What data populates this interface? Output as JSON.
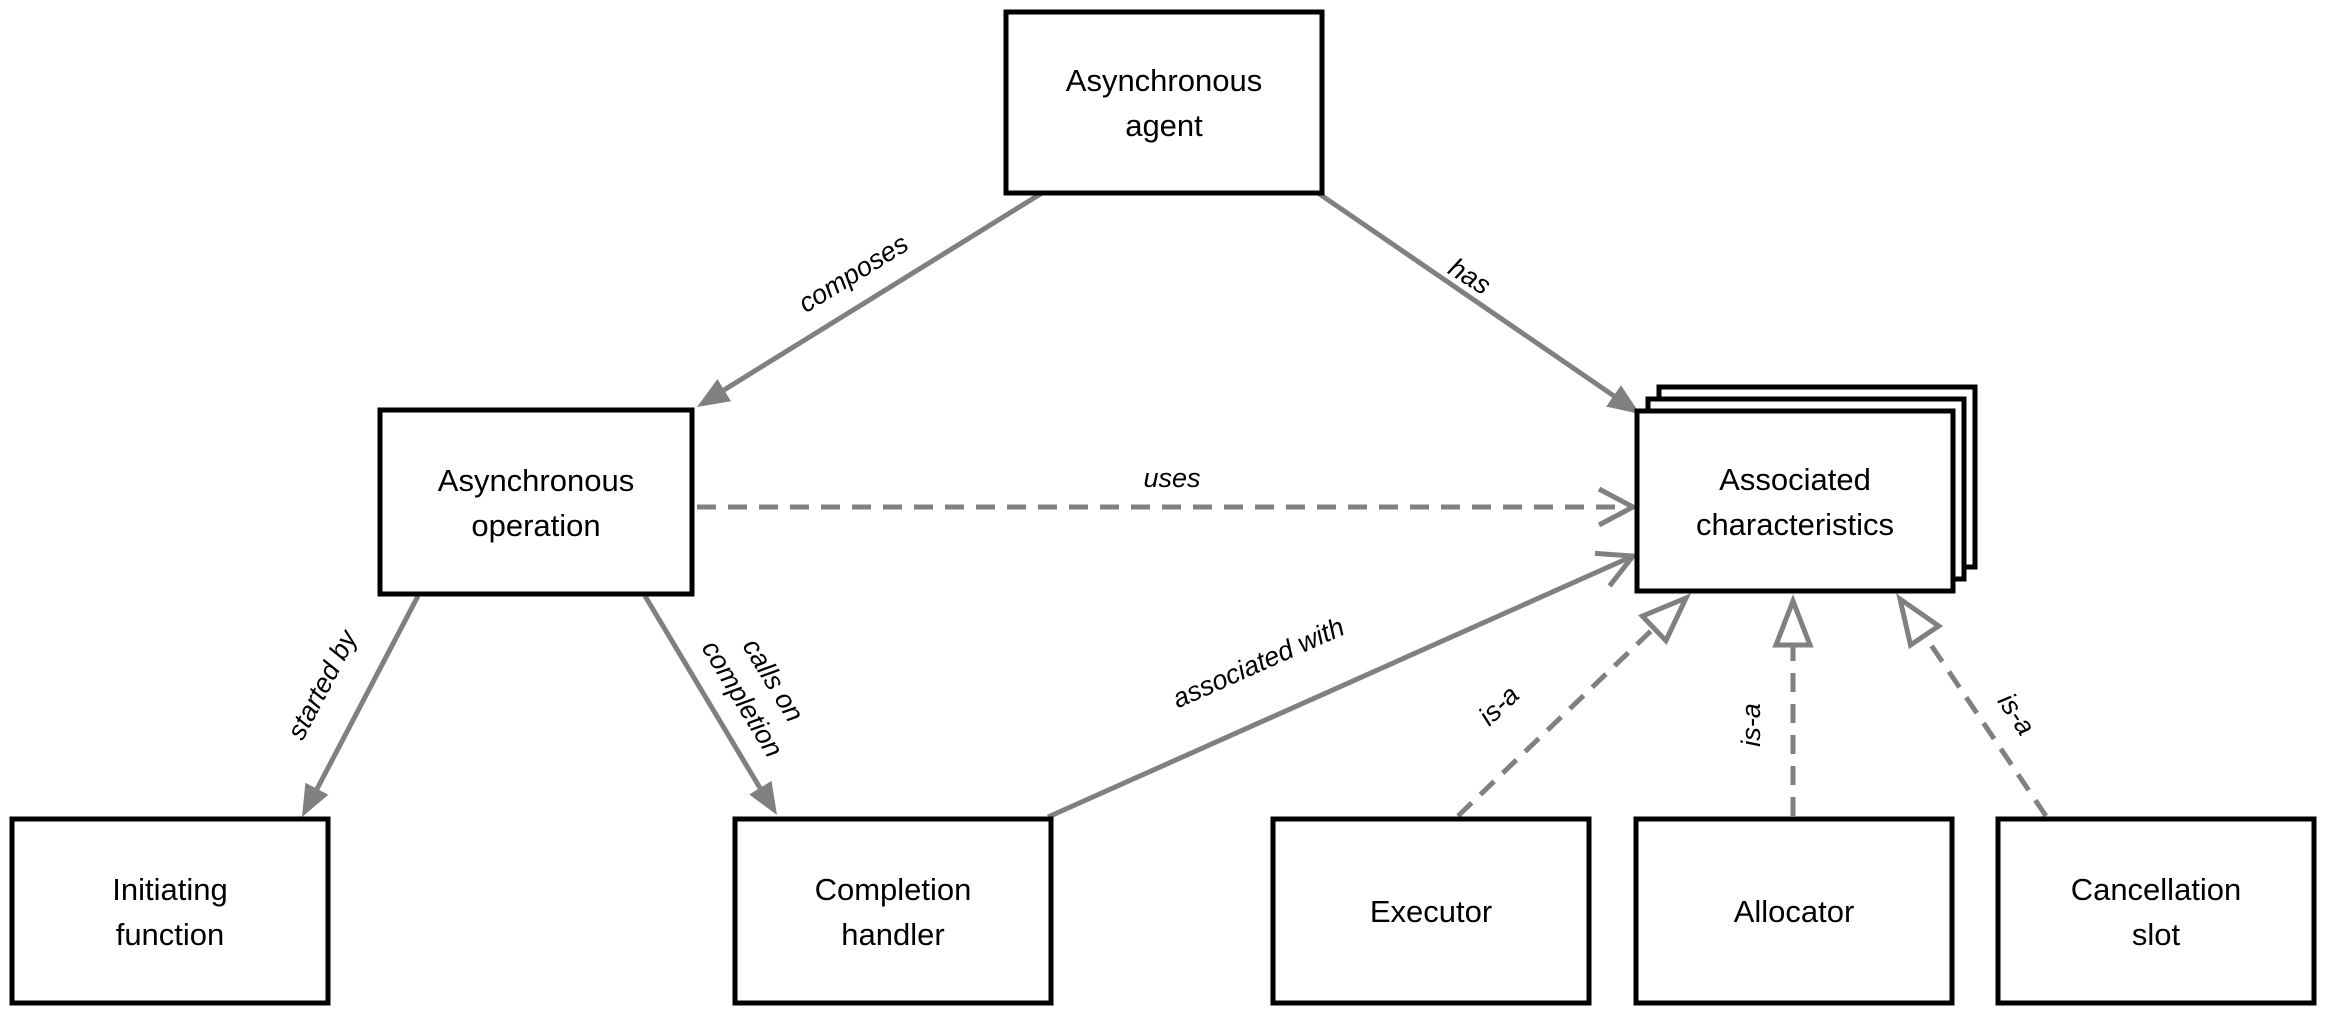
{
  "diagram": {
    "kind": "concept-relationship-diagram",
    "background": "#ffffff"
  },
  "nodes": {
    "agent": {
      "line1": "Asynchronous",
      "line2": "agent"
    },
    "operation": {
      "line1": "Asynchronous",
      "line2": "operation"
    },
    "associated": {
      "line1": "Associated",
      "line2": "characteristics",
      "stacked": true,
      "stack_layers": 3
    },
    "initiating": {
      "line1": "Initiating",
      "line2": "function"
    },
    "completion": {
      "line1": "Completion",
      "line2": "handler"
    },
    "executor": {
      "line1": "Executor"
    },
    "allocator": {
      "line1": "Allocator"
    },
    "cancellation": {
      "line1": "Cancellation",
      "line2": "slot"
    }
  },
  "edges": {
    "composes": {
      "label": "composes",
      "from": "agent",
      "to": "operation",
      "line_style": "solid",
      "arrowhead": "filled"
    },
    "has": {
      "label": "has",
      "from": "agent",
      "to": "associated",
      "line_style": "solid",
      "arrowhead": "filled"
    },
    "uses": {
      "label": "uses",
      "from": "operation",
      "to": "associated",
      "line_style": "dashed",
      "arrowhead": "open"
    },
    "started_by": {
      "label": "started by",
      "from": "operation",
      "to": "initiating",
      "line_style": "solid",
      "arrowhead": "filled"
    },
    "calls_on_completion": {
      "label_line1": "calls on",
      "label_line2": "completion",
      "from": "operation",
      "to": "completion",
      "line_style": "solid",
      "arrowhead": "filled"
    },
    "associated_with": {
      "label": "associated with",
      "from": "completion",
      "to": "associated",
      "line_style": "solid",
      "arrowhead": "open"
    },
    "is_a_executor": {
      "label": "is-a",
      "from": "executor",
      "to": "associated",
      "line_style": "dashed",
      "arrowhead": "hollow-triangle"
    },
    "is_a_allocator": {
      "label": "is-a",
      "from": "allocator",
      "to": "associated",
      "line_style": "dashed",
      "arrowhead": "hollow-triangle"
    },
    "is_a_cancellation": {
      "label": "is-a",
      "from": "cancellation",
      "to": "associated",
      "line_style": "dashed",
      "arrowhead": "hollow-triangle"
    }
  },
  "colors": {
    "edge": "#808080",
    "node_border": "#000000",
    "node_fill": "#ffffff",
    "text": "#000000",
    "background": "#ffffff"
  }
}
